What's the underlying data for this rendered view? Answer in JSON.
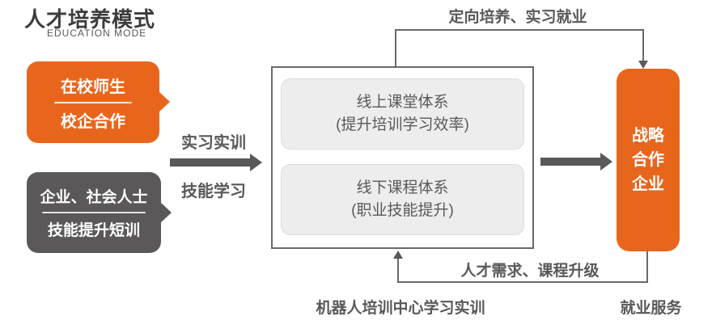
{
  "title": {
    "main": "人才培养模式",
    "sub": "EDUCATION MODE"
  },
  "left_callouts": [
    {
      "line1": "在校师生",
      "line2": "校企合作"
    },
    {
      "line1": "企业、社会人士",
      "line2": "技能提升短训"
    }
  ],
  "middle_arrow": {
    "label_top": "实习实训",
    "label_bottom": "技能学习"
  },
  "center_box": {
    "cards": [
      {
        "line1": "线上课堂体系",
        "line2": "(提升培训学习效率)"
      },
      {
        "line1": "线下课程体系",
        "line2": "(职业技能提升)"
      }
    ],
    "caption": "机器人培训中心学习实训"
  },
  "right_box": {
    "lines": [
      "战略",
      "合作",
      "企业"
    ],
    "caption": "就业服务"
  },
  "top_flow": {
    "label": "定向培养、实习就业"
  },
  "bottom_flow": {
    "label": "人才需求、课程升级"
  },
  "colors": {
    "accent_orange": "#e8661c",
    "dark_gray": "#5a5858",
    "line_gray": "#6a6a6a",
    "arrow_gray": "#595959",
    "card_fill": "#ededed",
    "text_gray": "#595959"
  }
}
